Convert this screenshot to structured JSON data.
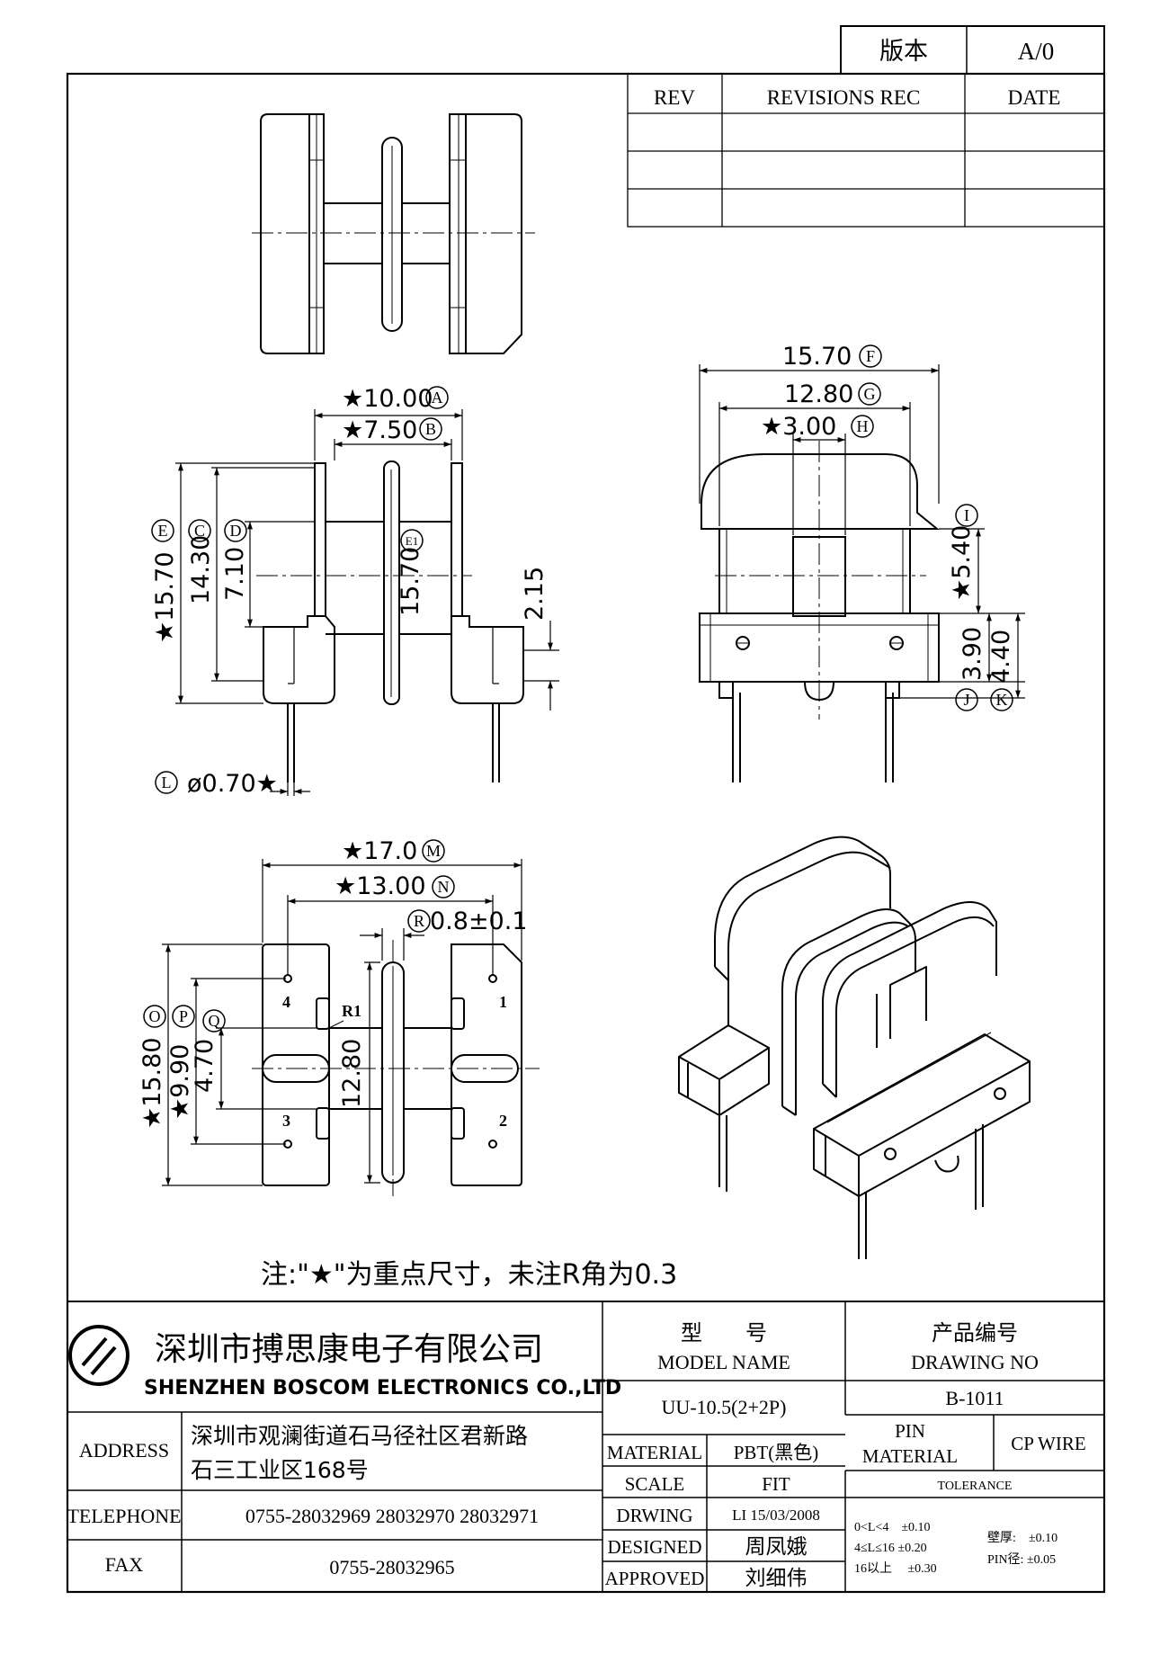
{
  "version_box": {
    "label": "版本",
    "value": "A/0"
  },
  "revision_table": {
    "headers": [
      "REV",
      "REVISIONS REC",
      "DATE"
    ]
  },
  "dimensions": {
    "top_view": {
      "a": "★10.00",
      "a_code": "A",
      "b": "★7.50",
      "b_code": "B",
      "e": "★15.70",
      "e_code": "E",
      "c": "14.30",
      "c_code": "C",
      "d": "7.10",
      "d_code": "D",
      "e1": "15.70",
      "e1_code": "E1",
      "h215": "2.15",
      "l": "ø0.70★",
      "l_code": "L"
    },
    "side_view": {
      "f": "15.70",
      "f_code": "F",
      "g": "12.80",
      "g_code": "G",
      "h": "★3.00",
      "h_code": "H",
      "i_code": "I",
      "v540": "★5.40",
      "v390": "3.90",
      "j_code": "J",
      "v440": "4.40",
      "k_code": "K"
    },
    "bottom_view": {
      "m": "★17.0",
      "m_code": "M",
      "n": "★13.00",
      "n_code": "N",
      "r": "0.8±0.1",
      "r_code": "R",
      "r1": "R1",
      "o": "★15.80",
      "o_code": "O",
      "p": "★9.90",
      "p_code": "P",
      "q": "4.70",
      "q_code": "Q",
      "v1280": "12.80",
      "pins": [
        "1",
        "2",
        "3",
        "4"
      ]
    }
  },
  "note": "注:\"★\"为重点尺寸，未注R角为0.3",
  "title_block": {
    "company_cn": "深圳市搏思康电子有限公司",
    "company_en": "SHENZHEN BOSCOM ELECTRONICS CO.,LTD",
    "model_label_cn": "型　　号",
    "model_label_en": "MODEL NAME",
    "model_value": "UU-10.5(2+2P)",
    "drawing_label_cn": "产品编号",
    "drawing_label_en": "DRAWING NO",
    "drawing_value": "B-1011",
    "address_label": "ADDRESS",
    "address_line1": "深圳市观澜街道石马径社区君新路",
    "address_line2": "石三工业区168号",
    "telephone_label": "TELEPHONE",
    "telephone_value": "0755-28032969 28032970 28032971",
    "fax_label": "FAX",
    "fax_value": "0755-28032965",
    "material_label": "MATERIAL",
    "material_value": "PBT(黑色)",
    "scale_label": "SCALE",
    "scale_value": "FIT",
    "drwing_label": "DRWING",
    "drwing_value": "LI 15/03/2008",
    "designed_label": "DESIGNED",
    "designed_value": "周凤娥",
    "approved_label": "APPROVED",
    "approved_value": "刘细伟",
    "pin_label_1": "PIN",
    "pin_label_2": "MATERIAL",
    "pin_value": "CP WIRE",
    "tolerance_label": "TOLERANCE",
    "tol1": "0<L<4　±0.10",
    "tol2": "4≤L≤16 ±0.20",
    "tol3": "16以上　 ±0.30",
    "wall_label": "壁厚:　±0.10",
    "pin_dia": "PIN径: ±0.05"
  }
}
